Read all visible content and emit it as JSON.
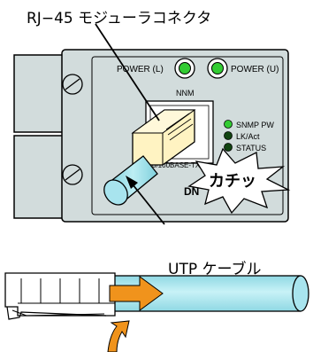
{
  "callouts": {
    "connector_title": "RJ−45 モジューラコネクタ",
    "cable_title": "UTP ケーブル",
    "click_sound": "カチッ"
  },
  "panel": {
    "power_l": "POWER (L)",
    "power_u": "POWER (U)",
    "port_label": "NNM",
    "port_sub": "0/100BASE-TX",
    "device_model": "DN",
    "leds": [
      {
        "label": "SNMP PW",
        "color": "#33cc33"
      },
      {
        "label": "LK/Act",
        "color": "#114411"
      },
      {
        "label": "STATUS",
        "color": "#114411"
      }
    ]
  },
  "colors": {
    "panel_fill": "#d2dcdc",
    "plug_fill": "#fff3c2",
    "cable_fill": "#9fe1eb",
    "arrow_fill": "#f0931c"
  }
}
